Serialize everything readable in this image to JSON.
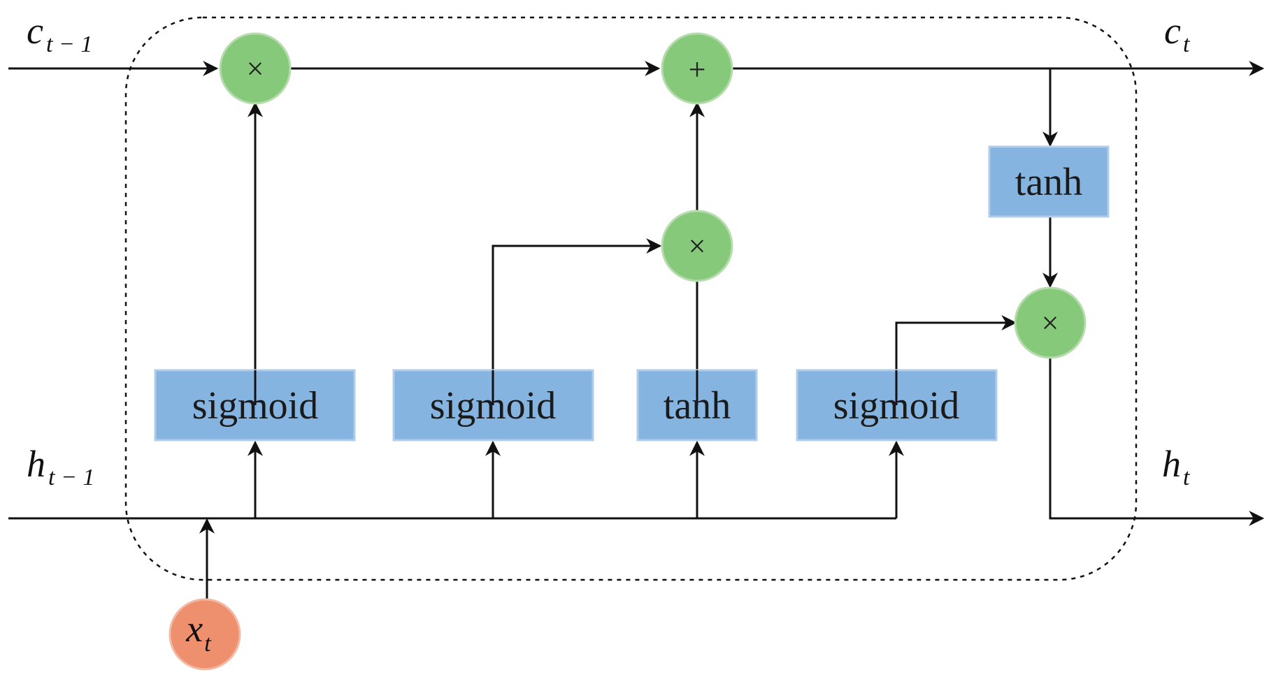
{
  "colors": {
    "box_fill": "#86b4e0",
    "box_stroke": "#b0cde9",
    "op_fill": "#86c97a",
    "op_stroke": "#b6dcae",
    "input_fill": "#ee906d",
    "input_stroke": "#f4b9a3",
    "line": "#111111",
    "dashed_border": "#111111"
  },
  "labels": {
    "c_prev_main": "c",
    "c_prev_sub": "t − 1",
    "c_out_main": "c",
    "c_out_sub": "t",
    "h_prev_main": "h",
    "h_prev_sub": "t − 1",
    "h_out_main": "h",
    "h_out_sub": "t",
    "x_main": "x",
    "x_sub": "t"
  },
  "gates": {
    "forget": "sigmoid",
    "input": "sigmoid",
    "candidate": "tanh",
    "output": "sigmoid",
    "cell_tanh": "tanh"
  },
  "operators": {
    "forget_multiply": "×",
    "cell_add": "+",
    "input_multiply": "×",
    "output_multiply": "×"
  },
  "icons": {
    "multiply": "multiply-icon",
    "add": "plus-icon",
    "arrow": "arrow-icon"
  }
}
